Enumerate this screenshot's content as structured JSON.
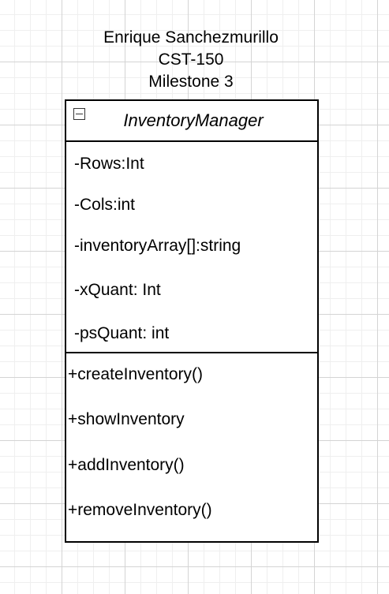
{
  "header": {
    "author": "Enrique Sanchezmurillo",
    "course": "CST-150",
    "milestone": "Milestone 3"
  },
  "uml_class": {
    "name": "InventoryManager",
    "attributes": [
      "-Rows:Int",
      "-Cols:int",
      "-inventoryArray[]:string",
      "-xQuant: Int",
      "-psQuant: int"
    ],
    "methods": [
      "+createInventory()",
      "+showInventory",
      "+addInventory()",
      "+removeInventory()"
    ]
  },
  "icons": {
    "collapse": "minus-square-icon"
  }
}
